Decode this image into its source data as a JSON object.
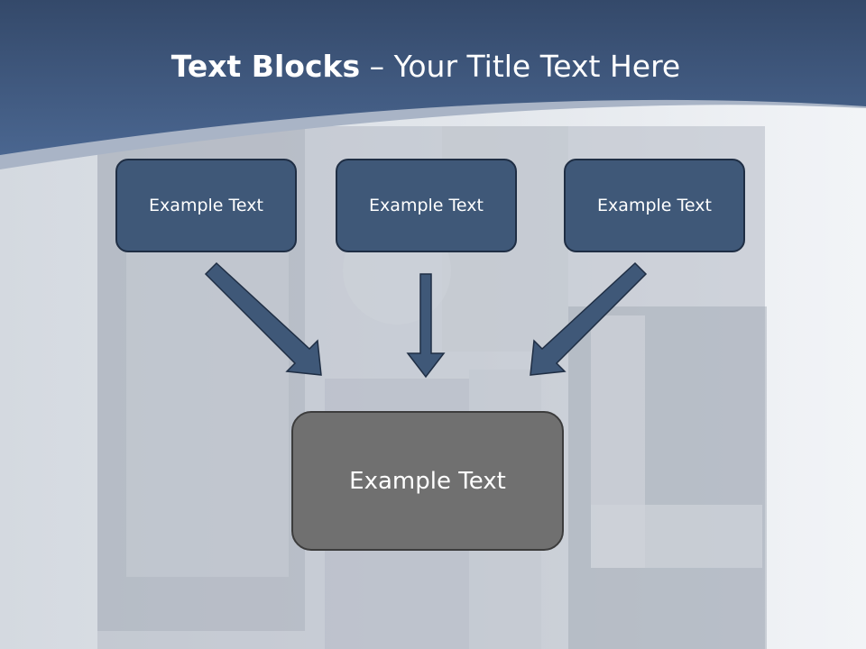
{
  "slide": {
    "title_bold": "Text Blocks",
    "title_separator": " – ",
    "title_rest": "Your Title Text Here"
  },
  "diagram": {
    "top_boxes": [
      {
        "label": "Example Text"
      },
      {
        "label": "Example Text"
      },
      {
        "label": "Example Text"
      }
    ],
    "center_box": {
      "label": "Example Text"
    }
  },
  "colors": {
    "header_band": "#3f5a80",
    "top_box_fill": "#3f5878",
    "top_box_border": "#1f2e44",
    "center_box_fill": "#707070",
    "arrow": "#3f5878"
  }
}
